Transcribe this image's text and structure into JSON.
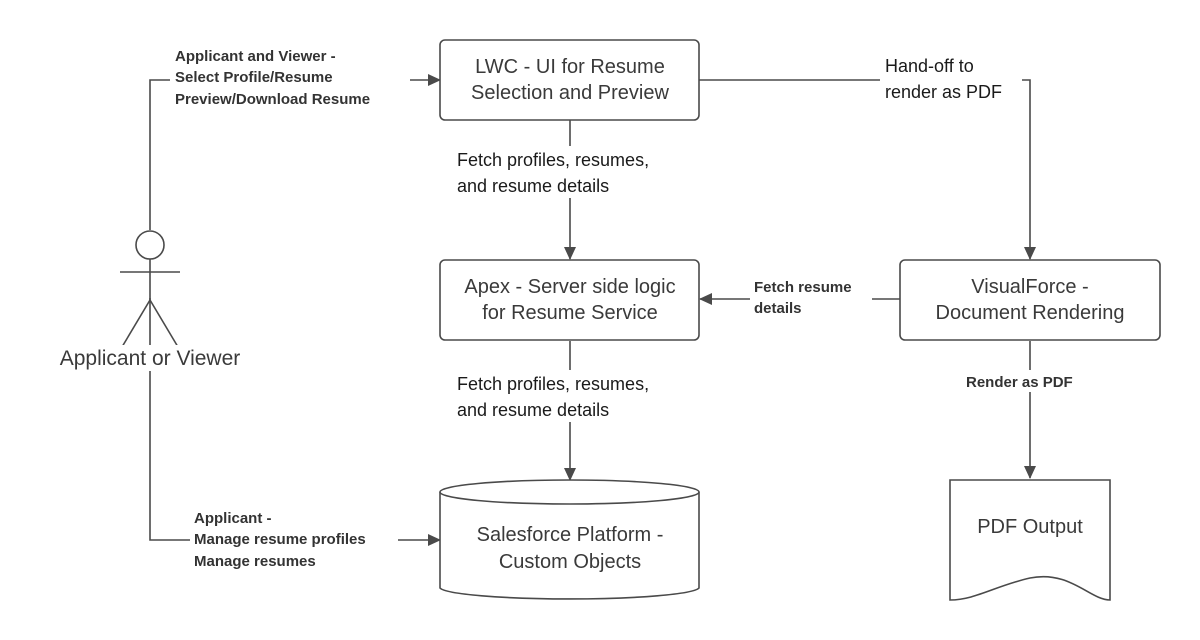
{
  "nodes": {
    "lwc": {
      "lines": [
        "LWC - UI for Resume",
        "Selection and Preview"
      ]
    },
    "apex": {
      "lines": [
        "Apex - Server side logic",
        "for Resume Service"
      ]
    },
    "salesforce": {
      "lines": [
        "Salesforce Platform -",
        "Custom Objects"
      ]
    },
    "visualforce": {
      "lines": [
        "VisualForce -",
        "Document Rendering"
      ]
    },
    "pdf": {
      "lines": [
        "PDF Output"
      ]
    }
  },
  "actor": {
    "label": "Applicant or Viewer"
  },
  "edges": {
    "actor_to_lwc": {
      "lines": [
        "Applicant and Viewer -",
        "Select Profile/Resume",
        "Preview/Download Resume"
      ]
    },
    "lwc_to_apex": {
      "lines": [
        "Fetch profiles, resumes,",
        "and resume details"
      ]
    },
    "apex_to_salesforce": {
      "lines": [
        "Fetch profiles, resumes,",
        "and resume details"
      ]
    },
    "lwc_to_visualforce": {
      "lines": [
        "Hand-off to",
        "render as PDF"
      ]
    },
    "visualforce_to_apex": {
      "lines": [
        "Fetch resume",
        "details"
      ]
    },
    "visualforce_to_pdf": {
      "lines": [
        "Render as PDF"
      ]
    },
    "actor_to_salesforce": {
      "lines": [
        "Applicant -",
        "Manage resume profiles",
        "Manage resumes"
      ]
    }
  }
}
